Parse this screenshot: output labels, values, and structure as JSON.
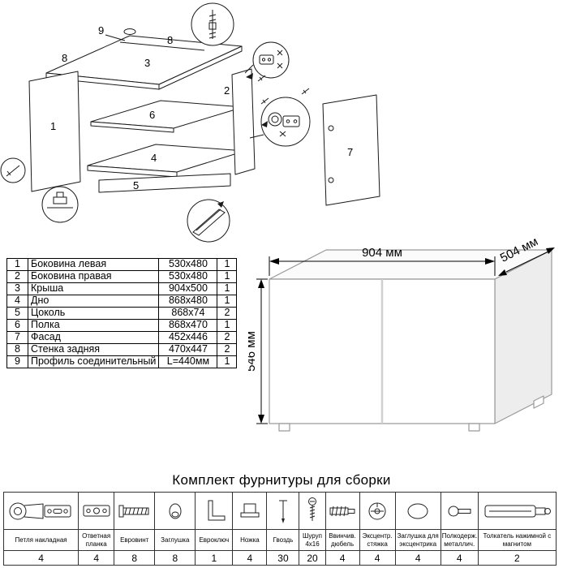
{
  "exploded": {
    "labels": {
      "p1": "1",
      "p2": "2",
      "p3": "3",
      "p4": "4",
      "p5": "5",
      "p6": "6",
      "p7": "7",
      "p8a": "8",
      "p8b": "8",
      "p9": "9"
    }
  },
  "parts": {
    "rows": [
      {
        "num": "1",
        "name": "Боковина левая",
        "size": "530x480",
        "qty": "1"
      },
      {
        "num": "2",
        "name": "Боковина правая",
        "size": "530x480",
        "qty": "1"
      },
      {
        "num": "3",
        "name": "Крыша",
        "size": "904x500",
        "qty": "1"
      },
      {
        "num": "4",
        "name": "Дно",
        "size": "868x480",
        "qty": "1"
      },
      {
        "num": "5",
        "name": "Цоколь",
        "size": "868x74",
        "qty": "2"
      },
      {
        "num": "6",
        "name": "Полка",
        "size": "868x470",
        "qty": "1"
      },
      {
        "num": "7",
        "name": "Фасад",
        "size": "452x446",
        "qty": "2"
      },
      {
        "num": "8",
        "name": "Стенка задняя",
        "size": "470x447",
        "qty": "2"
      },
      {
        "num": "9",
        "name": "Профиль соединительный",
        "size": "L=440мм",
        "qty": "1"
      }
    ]
  },
  "dimensions": {
    "width": "904 мм",
    "depth": "504 мм",
    "height": "546 мм"
  },
  "hardware": {
    "title": "Комплект фурнитуры для сборки",
    "items": [
      {
        "name": "Петля накладная",
        "qty": "4",
        "icon": "hinge-icon"
      },
      {
        "name": "Ответная планка",
        "qty": "4",
        "icon": "mounting-plate-icon"
      },
      {
        "name": "Евровинт",
        "qty": "8",
        "icon": "euroscrew-icon"
      },
      {
        "name": "Заглушка",
        "qty": "8",
        "icon": "cap-icon"
      },
      {
        "name": "Евроключ",
        "qty": "1",
        "icon": "eurokey-icon"
      },
      {
        "name": "Ножка",
        "qty": "4",
        "icon": "leg-icon"
      },
      {
        "name": "Гвоздь",
        "qty": "30",
        "icon": "nail-icon"
      },
      {
        "name": "Шуруп 4x16",
        "qty": "20",
        "icon": "screw-icon"
      },
      {
        "name": "Ввинчив. дюбель",
        "qty": "4",
        "icon": "screw-in-dowel-icon"
      },
      {
        "name": "Эксцентр. стяжка",
        "qty": "4",
        "icon": "eccentric-cam-icon"
      },
      {
        "name": "Заглушка для эксцентрика",
        "qty": "4",
        "icon": "eccentric-cap-icon"
      },
      {
        "name": "Полкодерж. металлич.",
        "qty": "4",
        "icon": "shelf-holder-icon"
      },
      {
        "name": "Толкатель нажимной с магнитом",
        "qty": "2",
        "icon": "push-opener-icon"
      }
    ]
  }
}
